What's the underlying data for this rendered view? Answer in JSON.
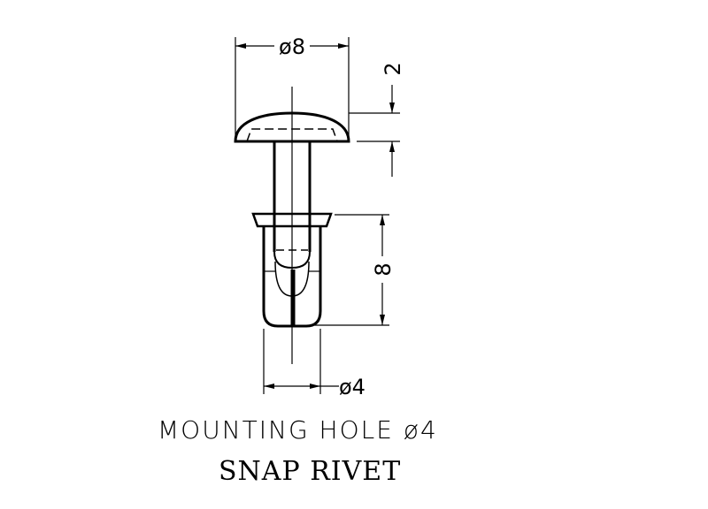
{
  "drawing": {
    "dimensions": {
      "head_diameter": "ø8",
      "head_height": "2",
      "body_length": "8",
      "body_diameter": "ø4"
    },
    "caption": {
      "line1": "MOUNTING HOLE ø4",
      "line2": "SNAP RIVET"
    }
  }
}
